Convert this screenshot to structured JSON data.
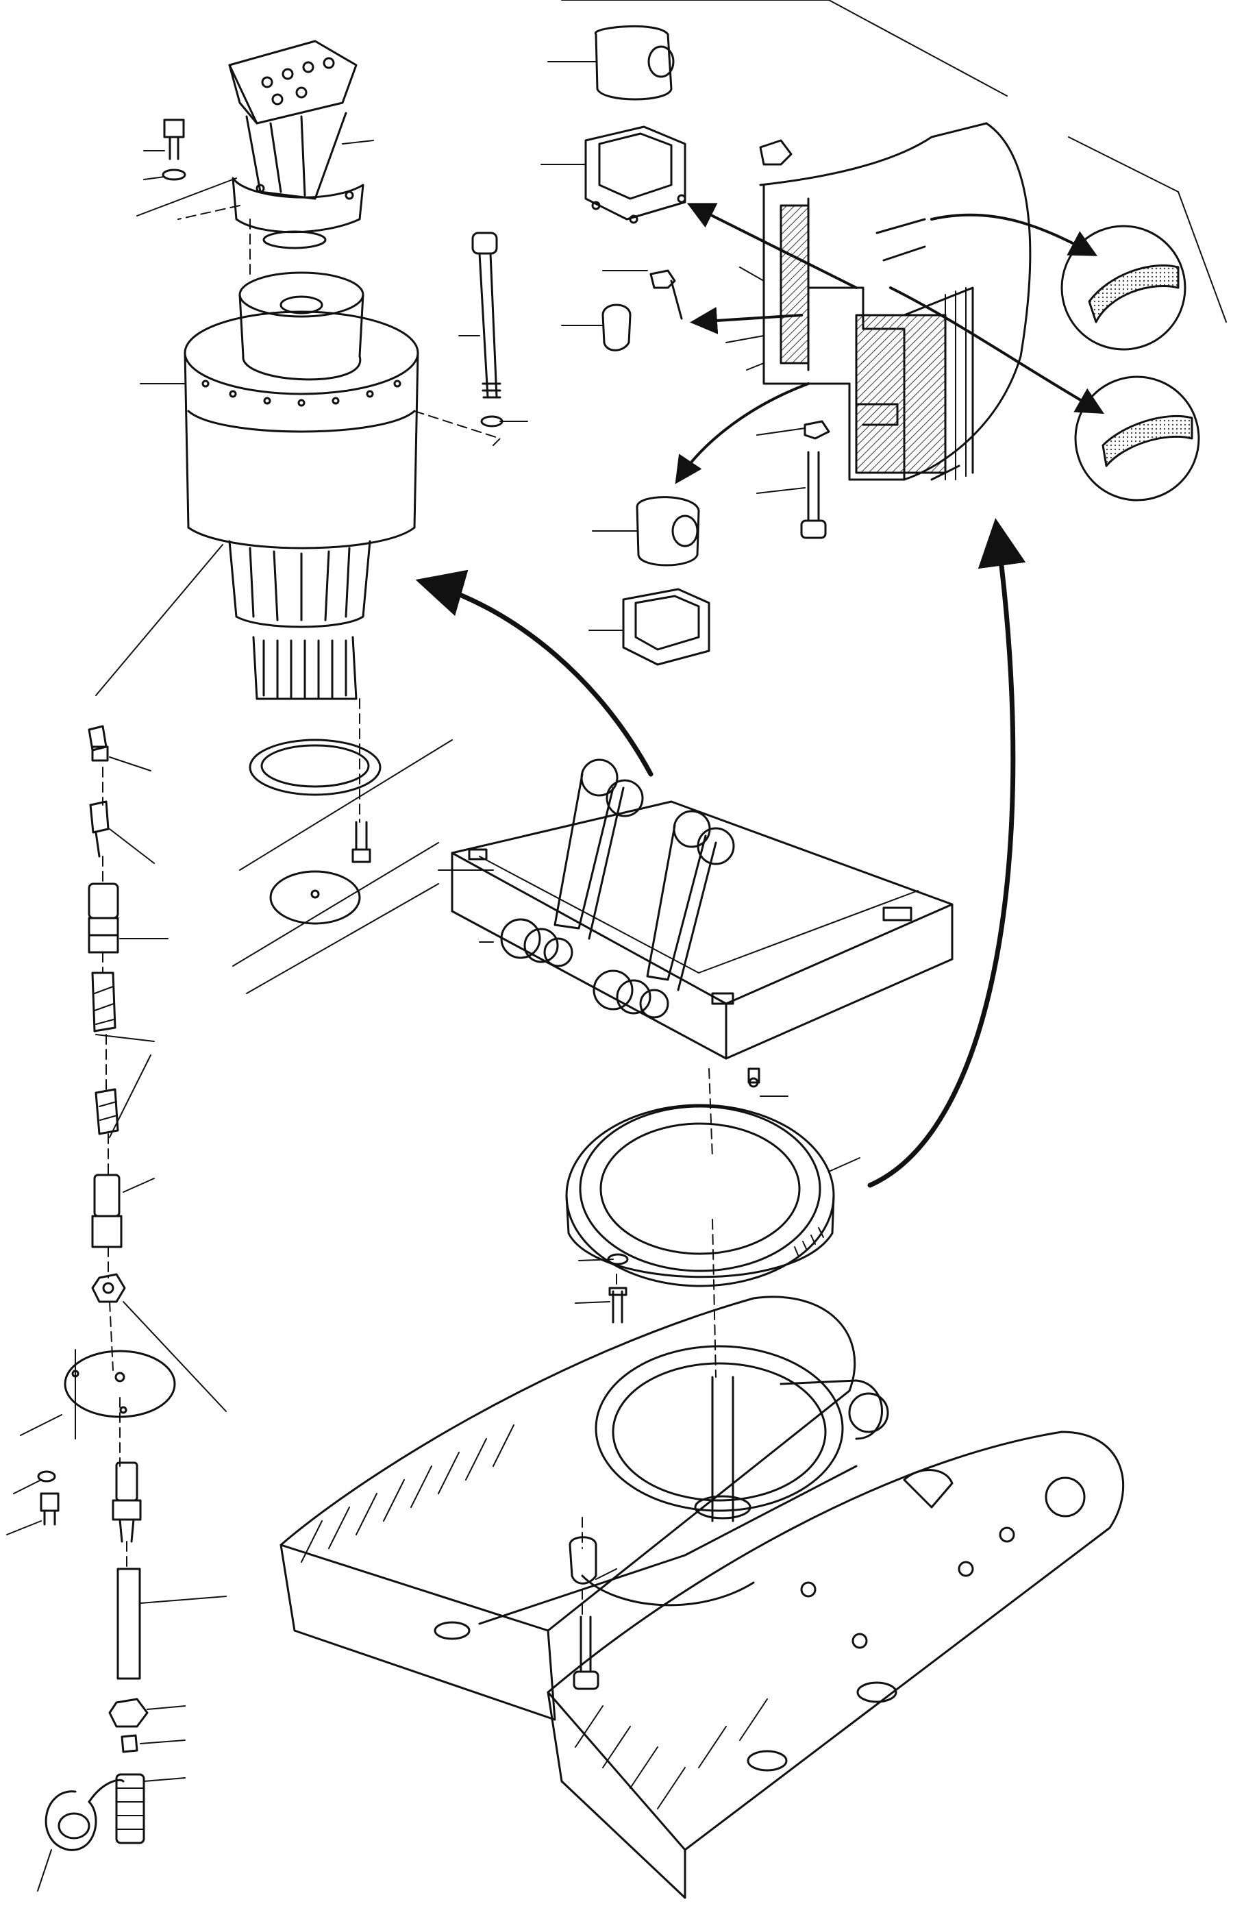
{
  "diagram": {
    "kind": "exploded-parts-drawing",
    "labels": [],
    "colors": {
      "ink": "#111111",
      "paper": "#ffffff",
      "shade": "#555555"
    },
    "parts": [
      "swing-motor",
      "swing-reduction-gear",
      "long-bolt",
      "bolt",
      "washer",
      "grease-fitting",
      "grease-hose",
      "adapter",
      "plate",
      "pipe",
      "nut",
      "cap",
      "swing-bearing",
      "bearing-detail-section",
      "seal-detail-upper",
      "seal-detail-lower",
      "revolving-frame-mount",
      "undercarriage"
    ]
  }
}
